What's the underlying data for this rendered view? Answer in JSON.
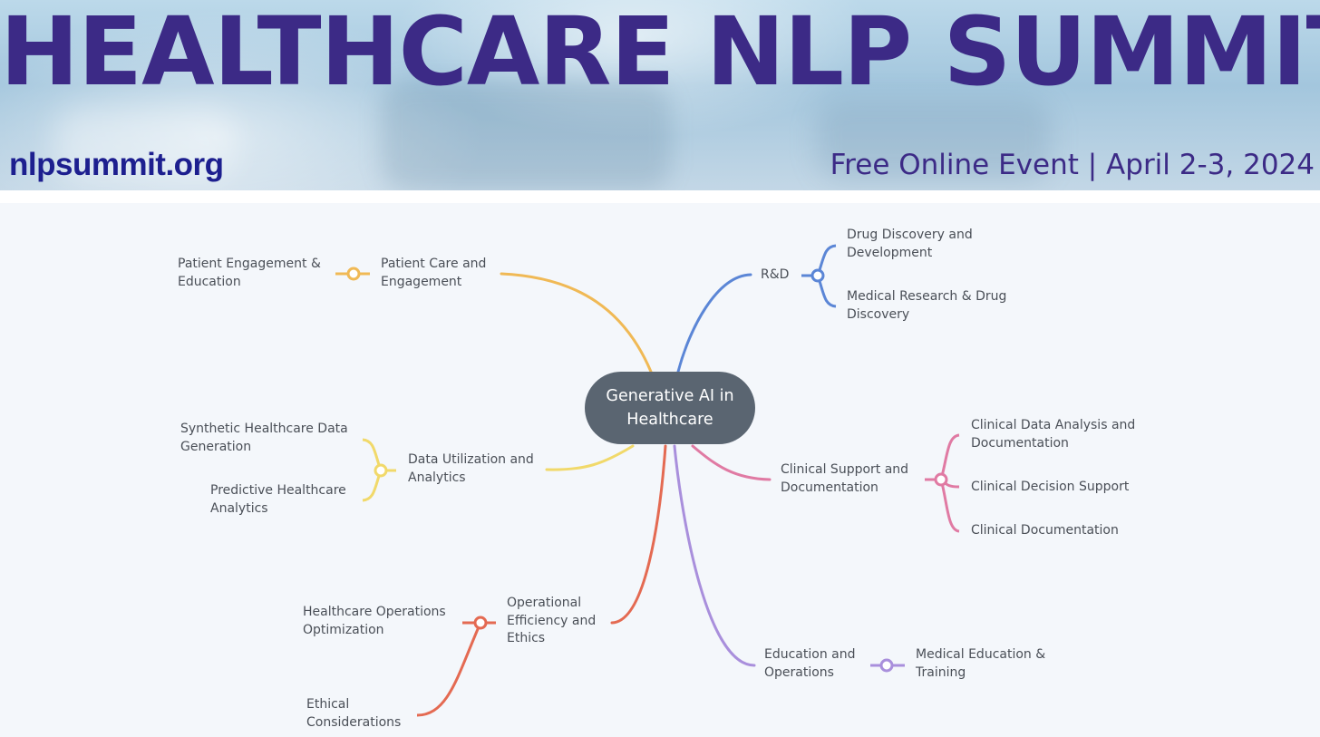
{
  "banner": {
    "title": "HEALTHCARE NLP SUMMIT",
    "url": "nlpsummit.org",
    "event": "Free Online Event | April 2-3, 2024"
  },
  "mindmap": {
    "center": "Generative AI in\nHealthcare",
    "colors": {
      "patient_care": "#f0b955",
      "data_utilization": "#f1d96a",
      "operational": "#e46a52",
      "rnd": "#5b86d6",
      "clinical": "#e07aa3",
      "education": "#a98fdc",
      "center_node": "#5a6571"
    },
    "branches": {
      "patient_care": {
        "label": "Patient Care and\nEngagement",
        "children": [
          "Patient Engagement &\nEducation"
        ]
      },
      "data_utilization": {
        "label": "Data Utilization and\nAnalytics",
        "children": [
          "Synthetic Healthcare Data\nGeneration",
          "Predictive Healthcare\nAnalytics"
        ]
      },
      "operational": {
        "label": "Operational\nEfficiency and\nEthics",
        "children": [
          "Healthcare Operations\nOptimization",
          "Ethical\nConsiderations"
        ]
      },
      "rnd": {
        "label": "R&D",
        "children": [
          "Drug Discovery and\nDevelopment",
          "Medical Research & Drug\nDiscovery"
        ]
      },
      "clinical": {
        "label": "Clinical Support and\nDocumentation",
        "children": [
          "Clinical Data Analysis and\nDocumentation",
          "Clinical Decision Support",
          "Clinical Documentation"
        ]
      },
      "education": {
        "label": "Education and\nOperations",
        "children": [
          "Medical Education &\nTraining"
        ]
      }
    }
  }
}
